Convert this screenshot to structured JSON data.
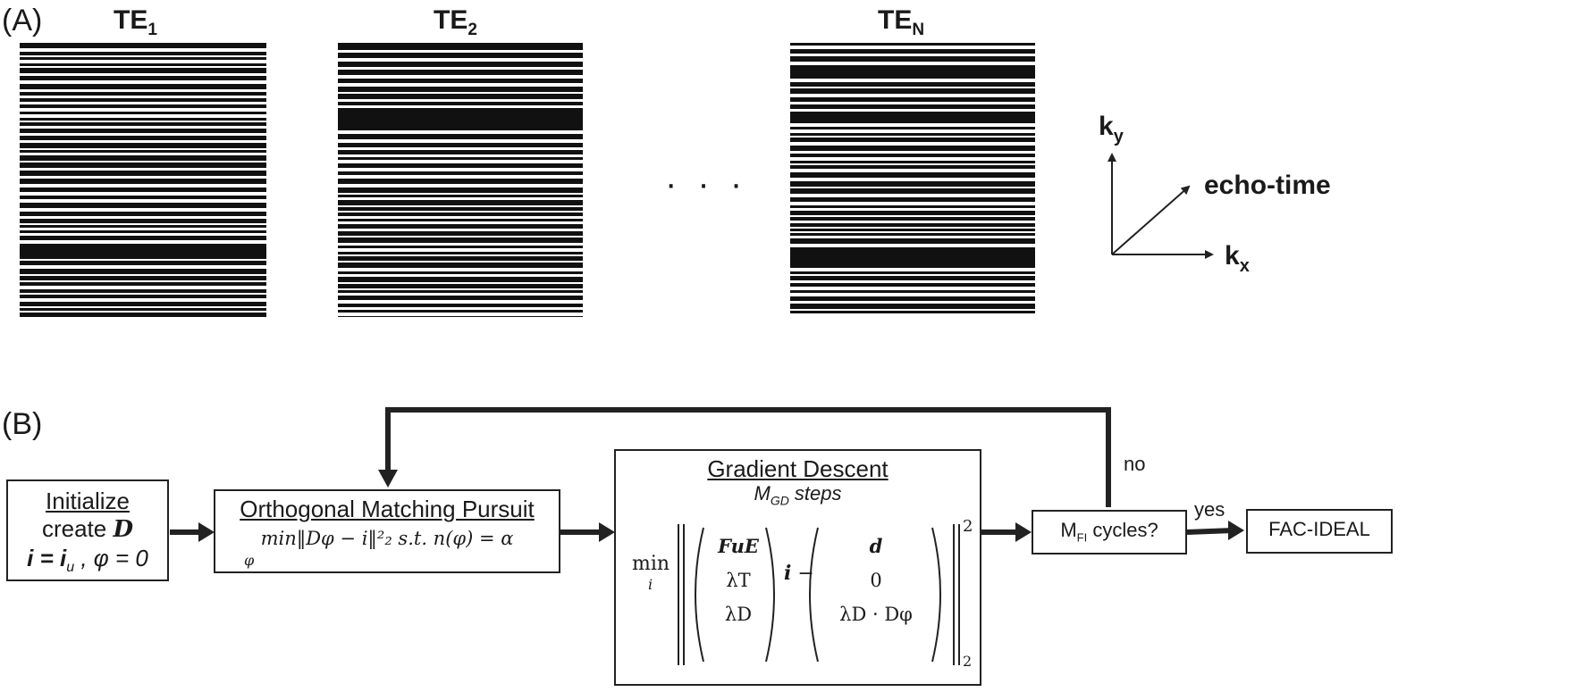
{
  "panel_a": {
    "label": "(A)",
    "te_labels": [
      {
        "main": "TE",
        "sub": "1"
      },
      {
        "main": "TE",
        "sub": "2"
      },
      {
        "main": "TE",
        "sub": "N"
      }
    ],
    "ellipsis": "· · ·",
    "axes": {
      "ky_main": "k",
      "ky_sub": "y",
      "kx_main": "k",
      "kx_sub": "x",
      "third": "echo-time"
    }
  },
  "panel_b": {
    "label": "(B)",
    "initialize": {
      "title": "Initialize",
      "line1_pre": "create ",
      "line1_var": "D",
      "line2": "i = i",
      "line2_sub": "u",
      "line2_rest": " , φ = 0"
    },
    "omp": {
      "title": "Orthogonal Matching Pursuit",
      "formula": "min‖Dφ − i‖²₂  s.t. n(φ) = α",
      "formula_under": "φ"
    },
    "gd": {
      "title": "Gradient Descent",
      "subtitle_m": "M",
      "subtitle_sub": "GD",
      "subtitle_rest": " steps",
      "min": "min",
      "min_under": "i",
      "vec_left": [
        "FuE",
        "λT",
        "λD"
      ],
      "vec_right": [
        "d",
        "0",
        "λD · Dφ"
      ],
      "power": "2",
      "norm_sub": "2"
    },
    "check": {
      "main": "M",
      "sub": "FI",
      "rest": " cycles?"
    },
    "no_label": "no",
    "yes_label": "yes",
    "result": "FAC-IDEAL"
  }
}
